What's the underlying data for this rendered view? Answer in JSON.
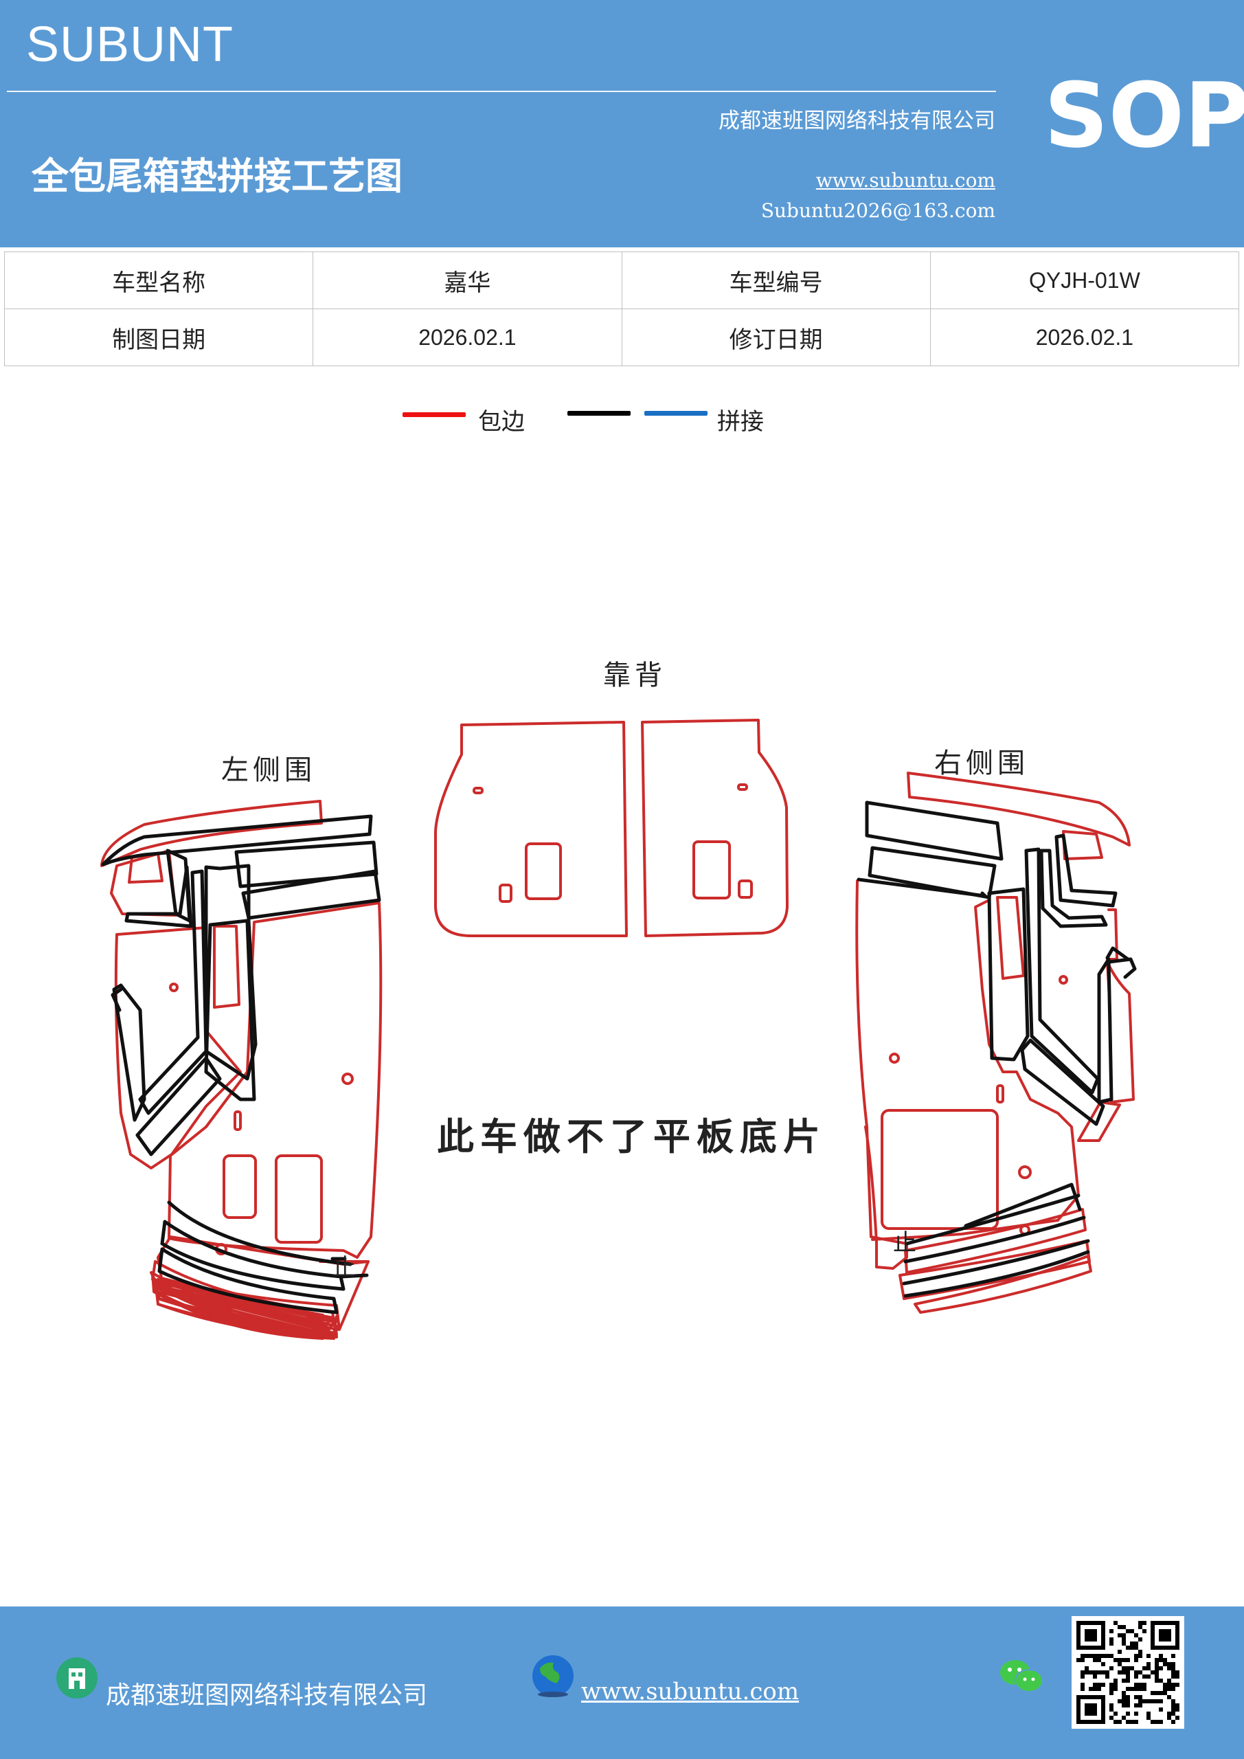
{
  "header": {
    "brand": "SUBUNT",
    "company": "成都速班图网络科技有限公司",
    "title": "全包尾箱垫拼接工艺图",
    "website": "www.subuntu.com",
    "email": "Subuntu2026@163.com",
    "badge": "SOP"
  },
  "info_table": {
    "rows": [
      [
        "车型名称",
        "嘉华",
        "车型编号",
        "QYJH-01W"
      ],
      [
        "制图日期",
        "2026.02.1",
        "修订日期",
        "2026.02.1"
      ]
    ]
  },
  "legend": {
    "items": [
      {
        "label": "包边",
        "color": "#ee1111"
      },
      {
        "label": "",
        "color": "#000000"
      },
      {
        "label": "拼接",
        "color": "#1a6fc4"
      }
    ]
  },
  "diagram": {
    "labels": {
      "backrest": "靠背",
      "left_side": "左侧围",
      "right_side": "右侧围"
    },
    "note": "此车做不了平板底片",
    "piece_marks": [
      "止",
      "止"
    ],
    "colors": {
      "edging": "#cc2b2b",
      "splice": "#111111"
    }
  },
  "footer": {
    "company": "成都速班图网络科技有限公司",
    "website": "www.subuntu.com",
    "icons": [
      "building-icon",
      "globe-icon",
      "wechat-icon",
      "qr-code"
    ]
  }
}
